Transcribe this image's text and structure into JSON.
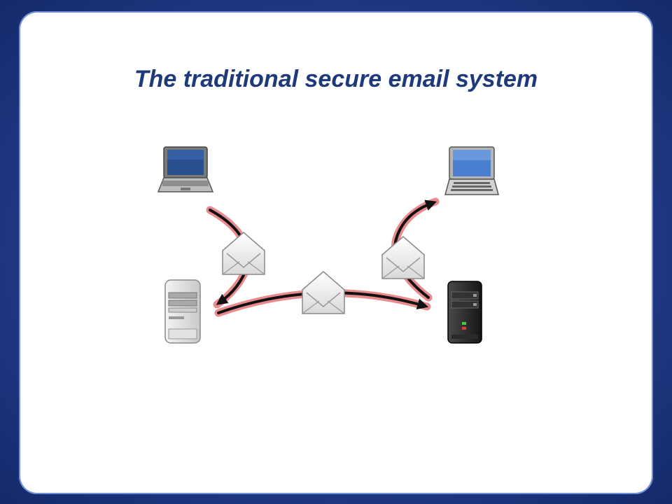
{
  "title": "The traditional secure email system",
  "diagram": {
    "nodes": [
      {
        "id": "sender-laptop",
        "kind": "laptop",
        "screen_color": "#2a4f8f"
      },
      {
        "id": "recipient-laptop",
        "kind": "laptop",
        "screen_color": "#4a7fd0"
      },
      {
        "id": "sender-server",
        "kind": "server",
        "style": "light"
      },
      {
        "id": "recipient-server",
        "kind": "server",
        "style": "dark"
      }
    ],
    "edges": [
      {
        "from": "sender-laptop",
        "to": "sender-server"
      },
      {
        "from": "sender-server",
        "to": "recipient-server"
      },
      {
        "from": "recipient-server",
        "to": "recipient-laptop"
      }
    ],
    "colors": {
      "arrow": "#111111",
      "arrow_glow": "#e0585f",
      "title": "#1f3a7a"
    }
  }
}
